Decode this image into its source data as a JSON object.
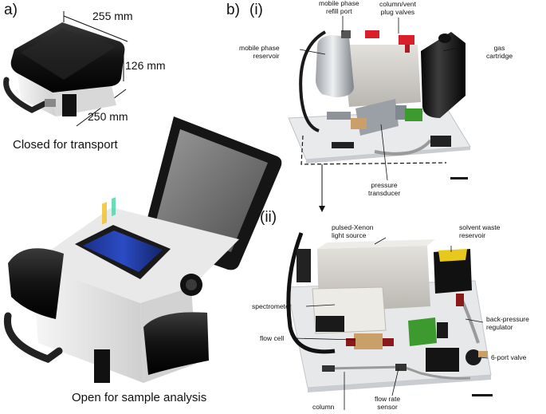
{
  "panels": {
    "a": "a)",
    "b": "b)",
    "i": "(i)",
    "ii": "(ii)"
  },
  "captions": {
    "closed": "Closed for transport",
    "open": "Open for sample analysis"
  },
  "dimensions": {
    "width": "255 mm",
    "height": "126 mm",
    "depth": "250 mm"
  },
  "labels_i": {
    "refill_port_l1": "mobile phase",
    "refill_port_l2": "refill port",
    "plug_valves_l1": "column/vent",
    "plug_valves_l2": "plug valves",
    "reservoir_l1": "mobile phase",
    "reservoir_l2": "reservoir",
    "gas_l1": "gas",
    "gas_l2": "cartridge",
    "transducer_l1": "pressure",
    "transducer_l2": "transducer"
  },
  "labels_ii": {
    "lamp_l1": "pulsed-Xenon",
    "lamp_l2": "light source",
    "waste_l1": "solvent waste",
    "waste_l2": "reservoir",
    "spectrometer": "spectrometer",
    "bpr_l1": "back-pressure",
    "bpr_l2": "regulator",
    "flow_cell": "flow cell",
    "valve": "6-port valve",
    "column": "column",
    "flow_sensor_l1": "flow rate",
    "flow_sensor_l2": "sensor"
  },
  "colors": {
    "case_black": "#141414",
    "case_white": "#ececec",
    "plate": "#e4e6e8",
    "valve_red": "#d9202a",
    "sensor_green": "#3c9a2e",
    "brass": "#c9a06a"
  }
}
